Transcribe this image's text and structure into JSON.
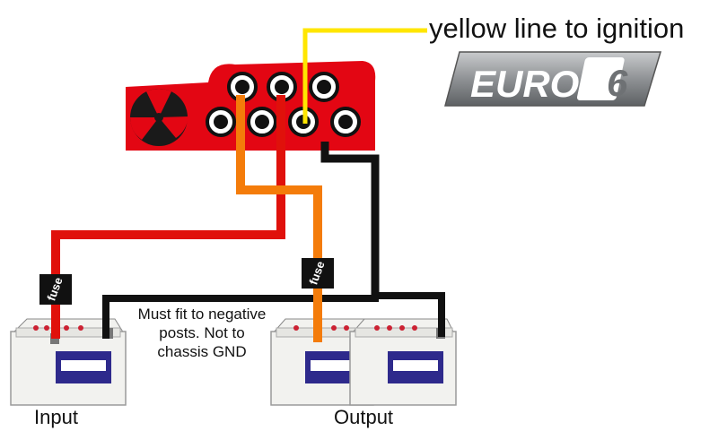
{
  "labels": {
    "ignition": "yellow line to ignition",
    "note": "Must fit to negative posts. Not to chassis GND",
    "input": "Input",
    "output": "Output",
    "fuse": "fuse"
  },
  "badge": {
    "word": "EURO",
    "number": "6"
  },
  "colors": {
    "charger_body": "#e30613",
    "wire_red": "#e0110b",
    "wire_orange": "#f47c0a",
    "wire_yellow": "#ffe600",
    "wire_black": "#111111",
    "battery_case": "#f2f2ef",
    "battery_label": "#2e2a8c",
    "badge_metal": "#8c8f92"
  }
}
